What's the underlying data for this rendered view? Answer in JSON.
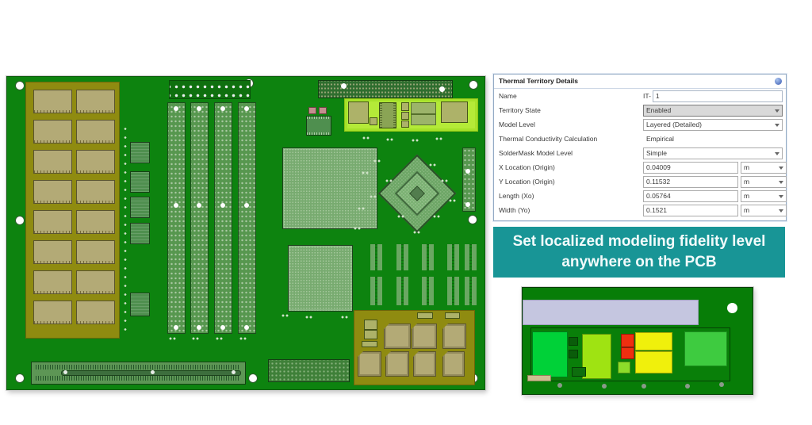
{
  "panel": {
    "title": "Thermal Territory Details",
    "rows": [
      {
        "label": "Name",
        "prefix": "IT-",
        "value": "1"
      },
      {
        "label": "Territory State",
        "value": "Enabled"
      },
      {
        "label": "Model Level",
        "value": "Layered (Detailed)"
      },
      {
        "label": "Thermal Conductivity Calculation",
        "value": "Empirical"
      },
      {
        "label": "SolderMask Model Level",
        "value": "Simple"
      },
      {
        "label": "X Location (Origin)",
        "value": "0.04009",
        "unit": "m"
      },
      {
        "label": "Y Location (Origin)",
        "value": "0.11532",
        "unit": "m"
      },
      {
        "label": "Length (Xo)",
        "value": "0.05764",
        "unit": "m"
      },
      {
        "label": "Width (Yo)",
        "value": "0.1521",
        "unit": "m"
      }
    ]
  },
  "banner": {
    "text": "Set localized modeling fidelity level anywhere on the PCB"
  },
  "colors": {
    "banner_teal": "#189596",
    "board_green": "#0d830f",
    "territory_highlight": "#b4ea38",
    "thermal_hot": "#ee2f10",
    "thermal_warm": "#f0f00c",
    "thermal_cool": "#00d138"
  }
}
